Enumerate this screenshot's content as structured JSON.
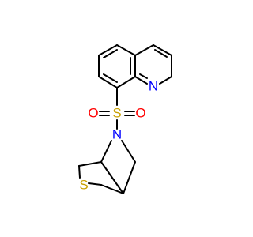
{
  "atoms": {
    "nitrogen_ring": "N",
    "sulfur": "S",
    "oxygen_left": "O",
    "oxygen_right": "O",
    "nitrogen_bicyclic": "N",
    "sulfur_bicyclic": "S"
  },
  "colors": {
    "bond": "#000000",
    "nitrogen": "#0000ff",
    "sulfur": "#c8a000",
    "oxygen": "#ff0000",
    "background": "#ffffff"
  }
}
